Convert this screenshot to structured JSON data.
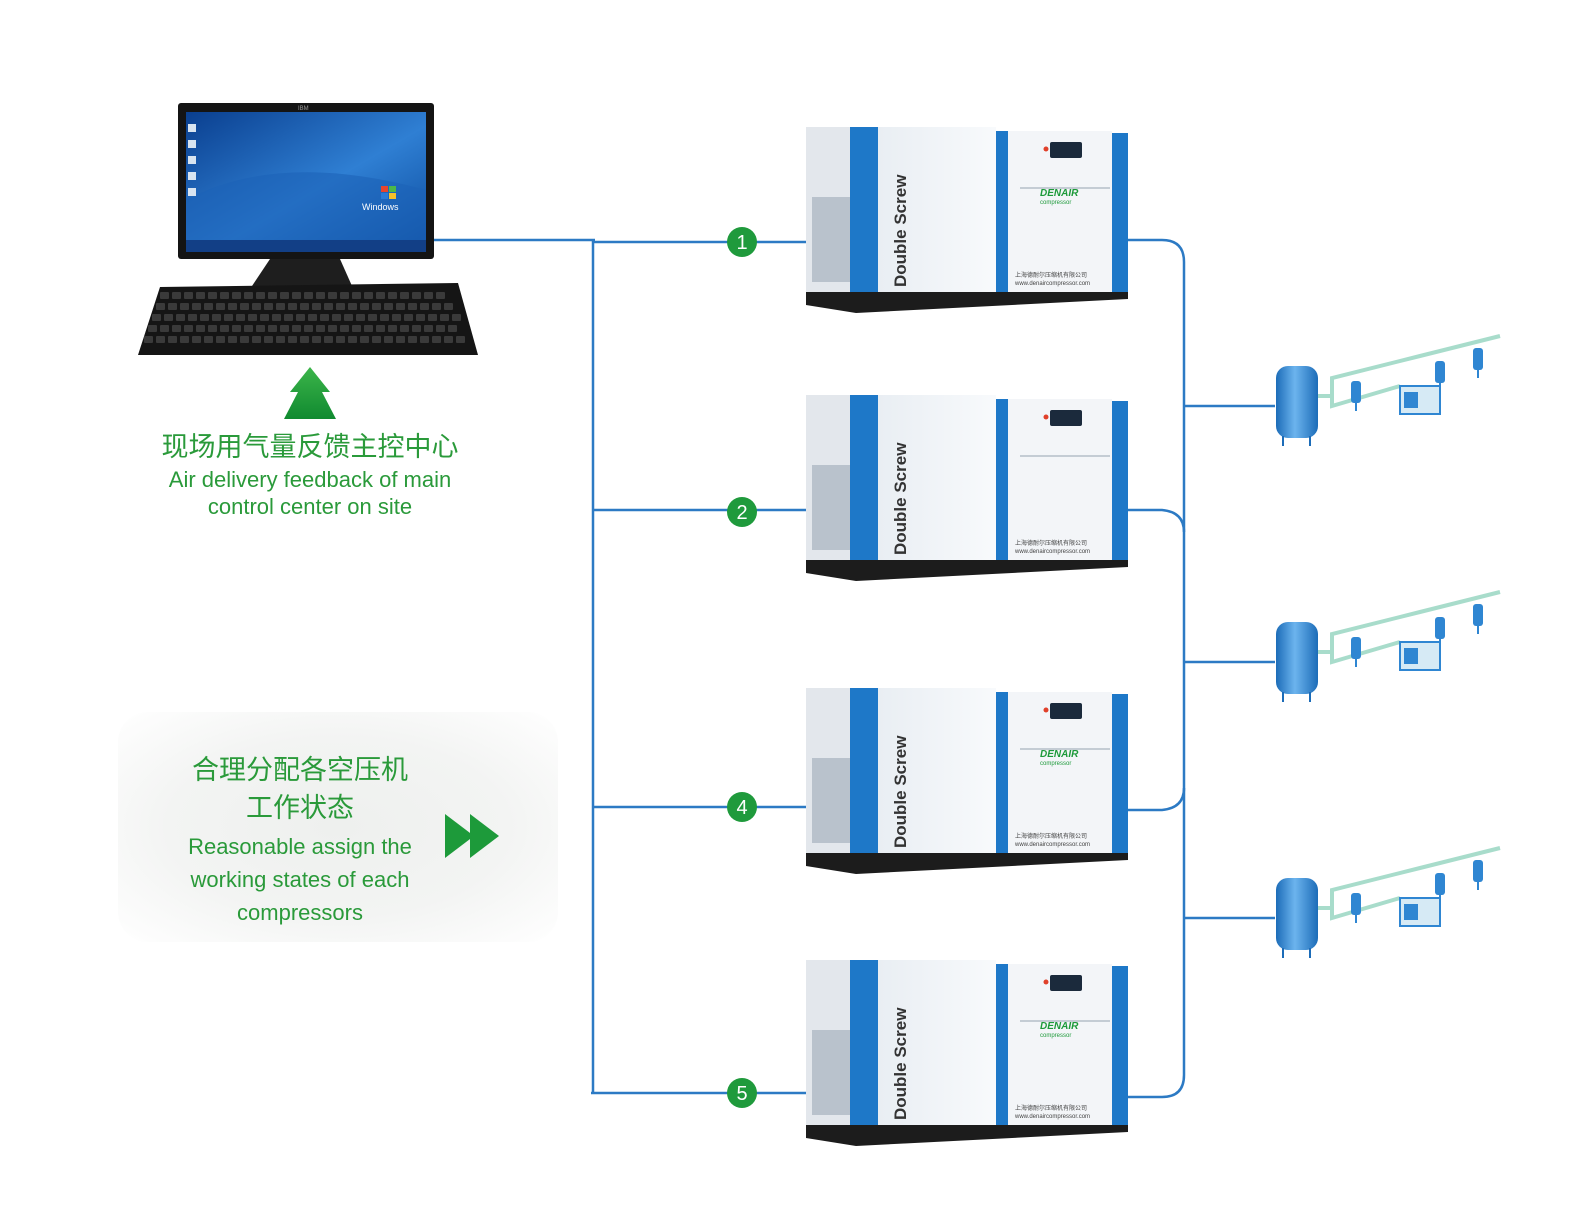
{
  "control_center": {
    "title_zh": "现场用气量反馈主控中心",
    "title_en_line1": "Air delivery feedback of main",
    "title_en_line2": "control center on site",
    "screen_brand": "IBM",
    "os_label": "Windows"
  },
  "assignment": {
    "title_zh_line1": "合理分配各空压机",
    "title_zh_line2": "工作状态",
    "title_en_line1": "Reasonable assign the",
    "title_en_line2": "working states of each",
    "title_en_line3": "compressors"
  },
  "compressors": [
    {
      "number": "1",
      "side_label": "Double Screw",
      "brand": "DENAIR",
      "brand_sub": "compressor",
      "company": "上海德耐尔压缩机有限公司",
      "website": "www.denaircompressor.com"
    },
    {
      "number": "2",
      "side_label": "Double Screw",
      "brand": "",
      "brand_sub": "",
      "company": "上海德耐尔压缩机有限公司",
      "website": "www.denaircompressor.com"
    },
    {
      "number": "4",
      "side_label": "Double Screw",
      "brand": "DENAIR",
      "brand_sub": "compressor",
      "company": "上海德耐尔压缩机有限公司",
      "website": "www.denaircompressor.com"
    },
    {
      "number": "5",
      "side_label": "Double Screw",
      "brand": "DENAIR",
      "brand_sub": "compressor",
      "company": "上海德耐尔压缩机有限公司",
      "website": "www.denaircompressor.com"
    }
  ],
  "colors": {
    "pipe": "#2c7ac4",
    "badge": "#1f9a3c",
    "text": "#2a9a3a",
    "arrow": "#1d9a3a",
    "compressor_blue": "#1e78c8",
    "tank": "#3d8fd6"
  }
}
